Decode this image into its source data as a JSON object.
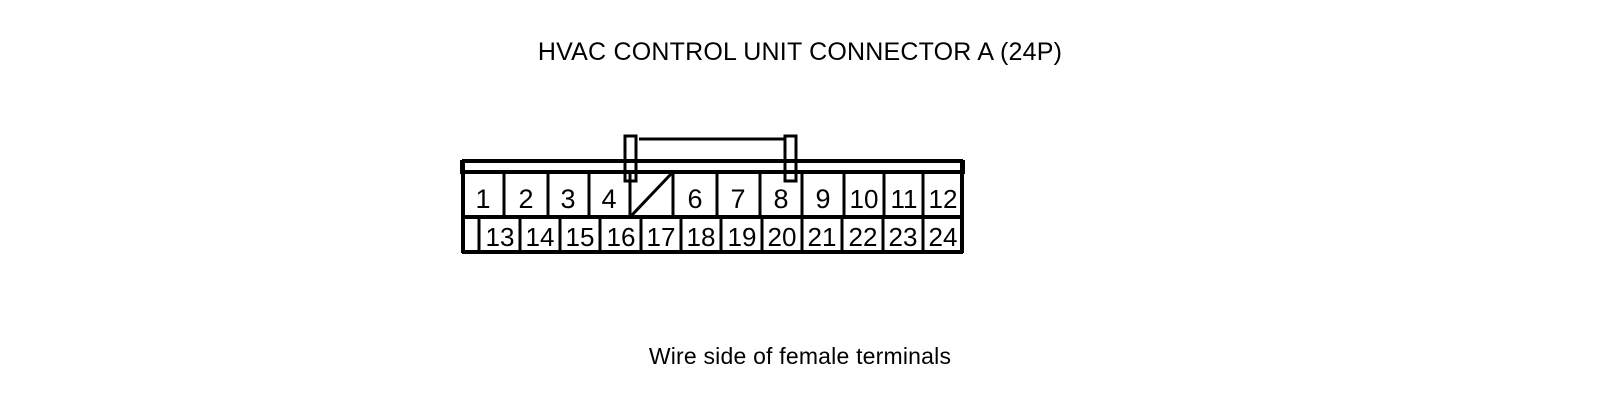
{
  "title": "HVAC CONTROL UNIT CONNECTOR A (24P)",
  "caption": "Wire side of female terminals",
  "connector": {
    "name": "HVAC CONTROL UNIT CONNECTOR A",
    "pin_count": "24P",
    "total_pins": 24,
    "view": "Wire side of female terminals",
    "line_color": "#000000",
    "background_color": "#ffffff",
    "top_row": {
      "cells": [
        {
          "label": "1",
          "blank": false
        },
        {
          "label": "2",
          "blank": false
        },
        {
          "label": "3",
          "blank": false
        },
        {
          "label": "4",
          "blank": false
        },
        {
          "label": "",
          "blank": true
        },
        {
          "label": "6",
          "blank": false
        },
        {
          "label": "7",
          "blank": false
        },
        {
          "label": "8",
          "blank": false
        },
        {
          "label": "9",
          "blank": false
        },
        {
          "label": "10",
          "blank": false
        },
        {
          "label": "11",
          "blank": false
        },
        {
          "label": "12",
          "blank": false
        }
      ]
    },
    "bottom_row": {
      "cells": [
        {
          "label": "",
          "blank": true
        },
        {
          "label": "13",
          "blank": false
        },
        {
          "label": "14",
          "blank": false
        },
        {
          "label": "15",
          "blank": false
        },
        {
          "label": "16",
          "blank": false
        },
        {
          "label": "17",
          "blank": false
        },
        {
          "label": "18",
          "blank": false
        },
        {
          "label": "19",
          "blank": false
        },
        {
          "label": "20",
          "blank": false
        },
        {
          "label": "21",
          "blank": false
        },
        {
          "label": "22",
          "blank": false
        },
        {
          "label": "23",
          "blank": false
        },
        {
          "label": "24",
          "blank": false
        }
      ]
    }
  }
}
